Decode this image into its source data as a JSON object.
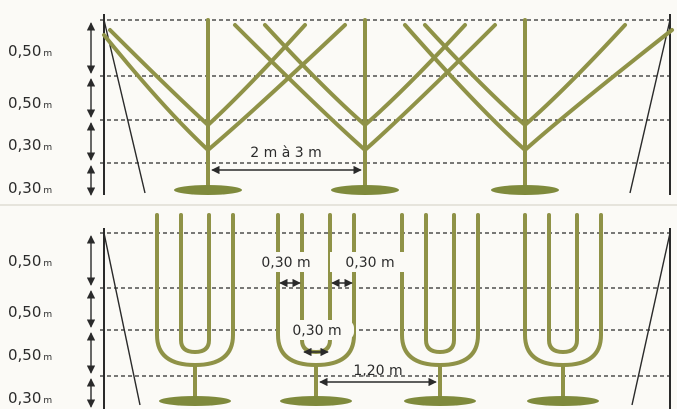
{
  "colors": {
    "wood": "#9a9c4e",
    "wood_dark": "#6f7233",
    "ground": "#7f8a3c",
    "wire": "#2a2a2a",
    "paper": "#fbfaf6"
  },
  "top_panel": {
    "heights": [
      {
        "value": "0,50",
        "unit": "m"
      },
      {
        "value": "0,50",
        "unit": "m"
      },
      {
        "value": "0,30",
        "unit": "m"
      },
      {
        "value": "0,30",
        "unit": "m"
      }
    ],
    "spacing_label": "2 m à 3 m"
  },
  "bottom_panel": {
    "heights": [
      {
        "value": "0,50",
        "unit": "m"
      },
      {
        "value": "0,50",
        "unit": "m"
      },
      {
        "value": "0,50",
        "unit": "m"
      },
      {
        "value": "0,30",
        "unit": "m"
      }
    ],
    "branch_gap_left": "0,30 m",
    "branch_gap_right": "0,30 m",
    "center_gap": "0,30 m",
    "spacing_label": "1,20 m"
  }
}
